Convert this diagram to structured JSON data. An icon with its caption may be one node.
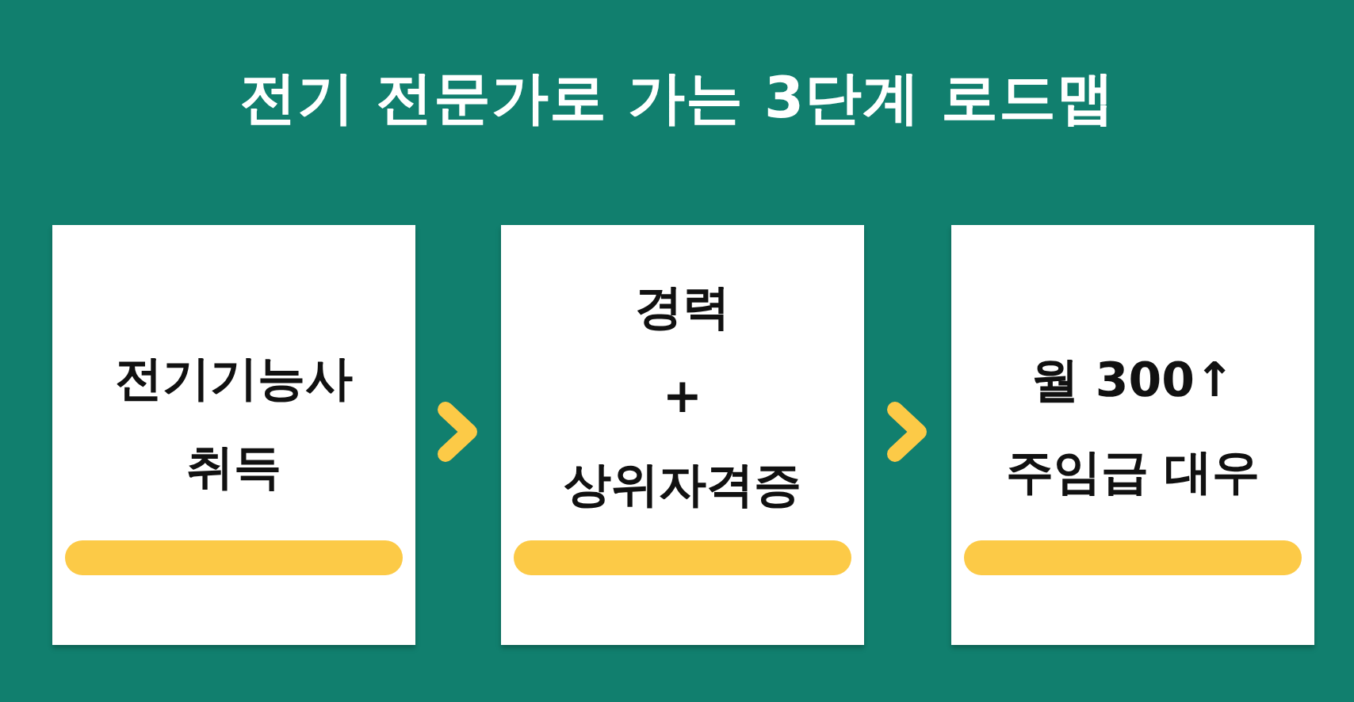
{
  "diagram": {
    "title": "전기 전문가로 가는 3단계 로드맵",
    "nodes": [
      {
        "text": [
          "전기기능사 취득"
        ]
      },
      {
        "text": [
          "경력 + 상위자격증"
        ]
      },
      {
        "text": [
          "월 300↑ 주임급 대우"
        ]
      }
    ],
    "edges": [
      {
        "from": 0,
        "to": 1,
        "arrow": "to"
      },
      {
        "from": 1,
        "to": 2,
        "arrow": "to"
      }
    ]
  }
}
